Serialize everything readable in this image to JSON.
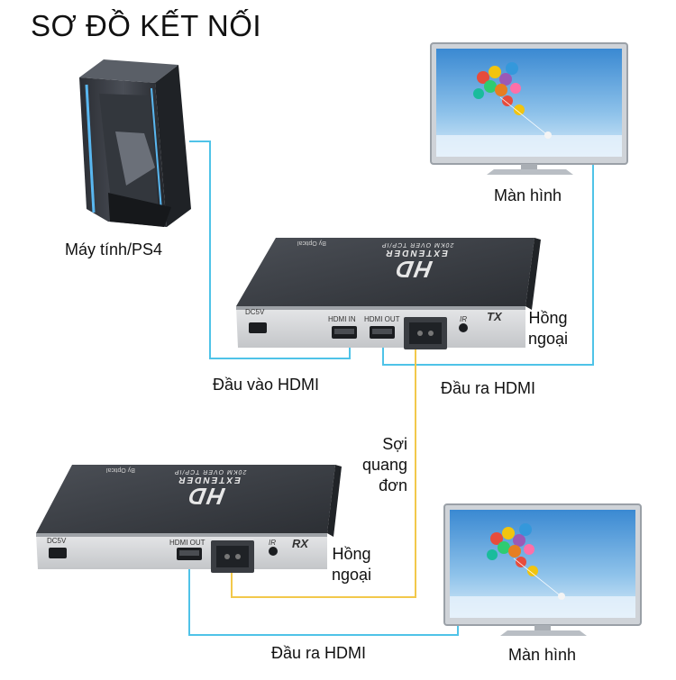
{
  "title": "SƠ ĐỒ KẾT NỐI",
  "devices": {
    "computer_label": "Máy tính/PS4",
    "monitor_top_label": "Màn hình",
    "monitor_bottom_label": "Màn hình"
  },
  "tx": {
    "logo": "HD",
    "model_line1": "EXTENDER",
    "model_line2": "20KM OVER TCP/IP",
    "brand": "By Optical",
    "mode": "TX",
    "port_power": "DC5V",
    "port_hdmi_in": "HDMI IN",
    "port_hdmi_out": "HDMI OUT",
    "port_ir": "IR"
  },
  "rx": {
    "logo": "HD",
    "model_line1": "EXTENDER",
    "model_line2": "20KM OVER TCP/IP",
    "brand": "By Optical",
    "mode": "RX",
    "port_power": "DC5V",
    "port_hdmi_out": "HDMI OUT",
    "port_ir": "IR"
  },
  "labels": {
    "hdmi_input": "Đầu vào HDMI",
    "hdmi_output_tx": "Đầu ra HDMI",
    "hdmi_output_rx": "Đầu ra HDMI",
    "ir_tx_line1": "Hồng",
    "ir_tx_line2": "ngoại",
    "ir_rx_line1": "Hồng",
    "ir_rx_line2": "ngoại",
    "fiber_line1": "Sợi",
    "fiber_line2": "quang",
    "fiber_line3": "đơn"
  },
  "colors": {
    "hdmi_cable": "#4fc3e8",
    "fiber_cable": "#f2c84b",
    "ir_cable": "#e53935",
    "device_body": "#3a3d42",
    "device_panel": "#d8d9db",
    "sky_top": "#3f8fd6",
    "sky_bottom": "#cfe6f7",
    "pc_light": "#59b7f0"
  },
  "icons": {
    "computer": "gaming-pc-tower-icon",
    "monitor": "tv-monitor-icon",
    "balloons": "balloons-icon"
  }
}
